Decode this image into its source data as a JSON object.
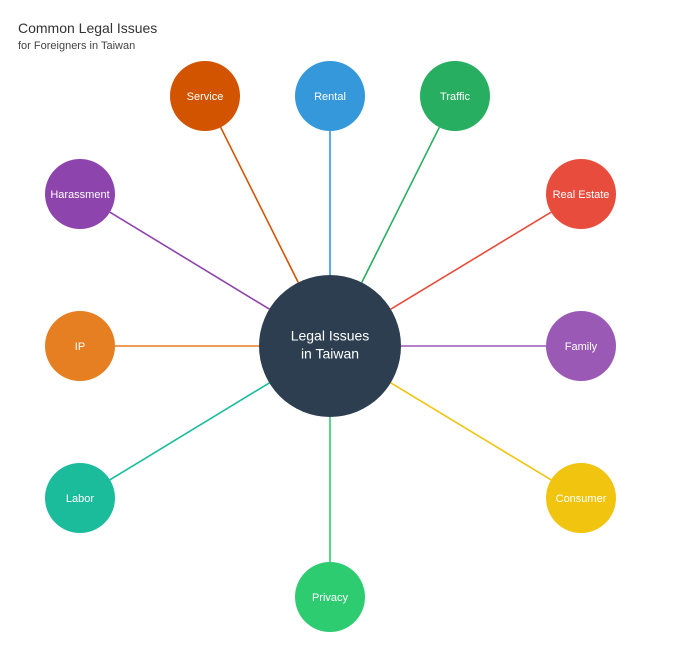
{
  "header": {
    "title": "Common Legal Issues",
    "subtitle": "for Foreigners in Taiwan"
  },
  "center": {
    "line1": "Legal Issues",
    "line2": "in Taiwan",
    "color": "#2c3e50"
  },
  "nodes": [
    {
      "id": "service",
      "label": "Service",
      "color": "#d35400"
    },
    {
      "id": "rental",
      "label": "Rental",
      "color": "#3498db"
    },
    {
      "id": "traffic",
      "label": "Traffic",
      "color": "#27ae60"
    },
    {
      "id": "real-estate",
      "label": "Real Estate",
      "color": "#e74c3c"
    },
    {
      "id": "harassment",
      "label": "Harassment",
      "color": "#8e44ad"
    },
    {
      "id": "ip",
      "label": "IP",
      "color": "#e67e22"
    },
    {
      "id": "family",
      "label": "Family",
      "color": "#9b59b6"
    },
    {
      "id": "labor",
      "label": "Labor",
      "color": "#1abc9c"
    },
    {
      "id": "consumer",
      "label": "Consumer",
      "color": "#f1c40f"
    },
    {
      "id": "privacy",
      "label": "Privacy",
      "color": "#2ecc71"
    }
  ]
}
